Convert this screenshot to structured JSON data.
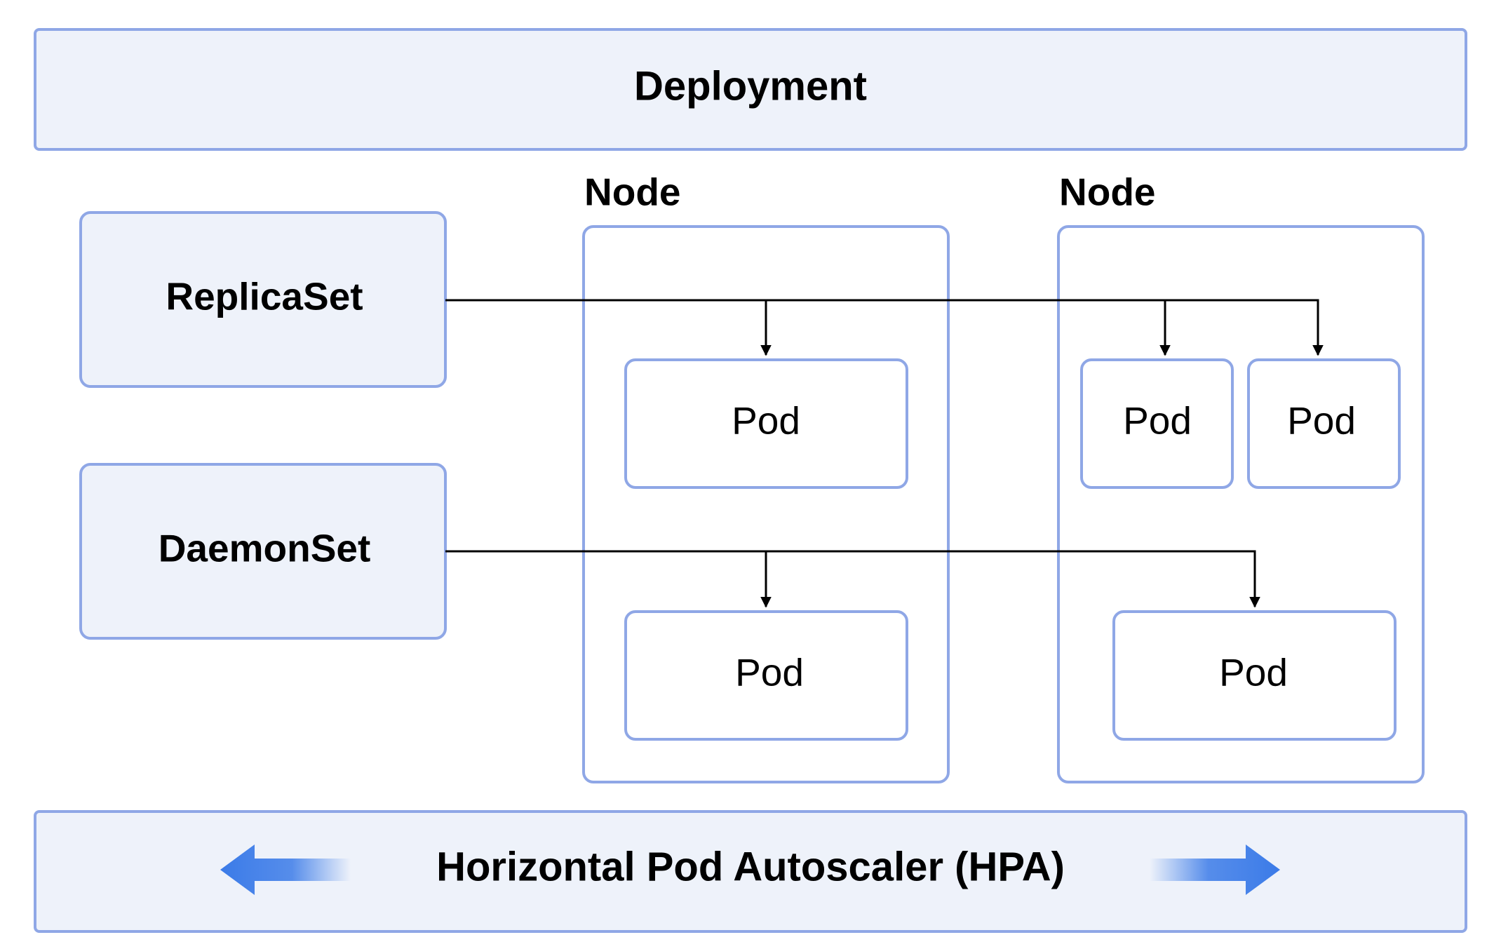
{
  "deployment": {
    "label": "Deployment"
  },
  "controllers": {
    "replicaset": {
      "label": "ReplicaSet"
    },
    "daemonset": {
      "label": "DaemonSet"
    }
  },
  "nodes": [
    {
      "label": "Node",
      "pods": [
        {
          "label": "Pod",
          "owner": "ReplicaSet"
        },
        {
          "label": "Pod",
          "owner": "DaemonSet"
        }
      ]
    },
    {
      "label": "Node",
      "pods": [
        {
          "label": "Pod",
          "owner": "ReplicaSet"
        },
        {
          "label": "Pod",
          "owner": "ReplicaSet"
        },
        {
          "label": "Pod",
          "owner": "DaemonSet"
        }
      ]
    }
  ],
  "hpa": {
    "label": "Horizontal Pod Autoscaler (HPA)"
  },
  "colors": {
    "box_fill": "#eef2fa",
    "box_stroke": "#8fa7e6",
    "arrow": "#000000",
    "hpa_arrow": "#3b7be8"
  }
}
